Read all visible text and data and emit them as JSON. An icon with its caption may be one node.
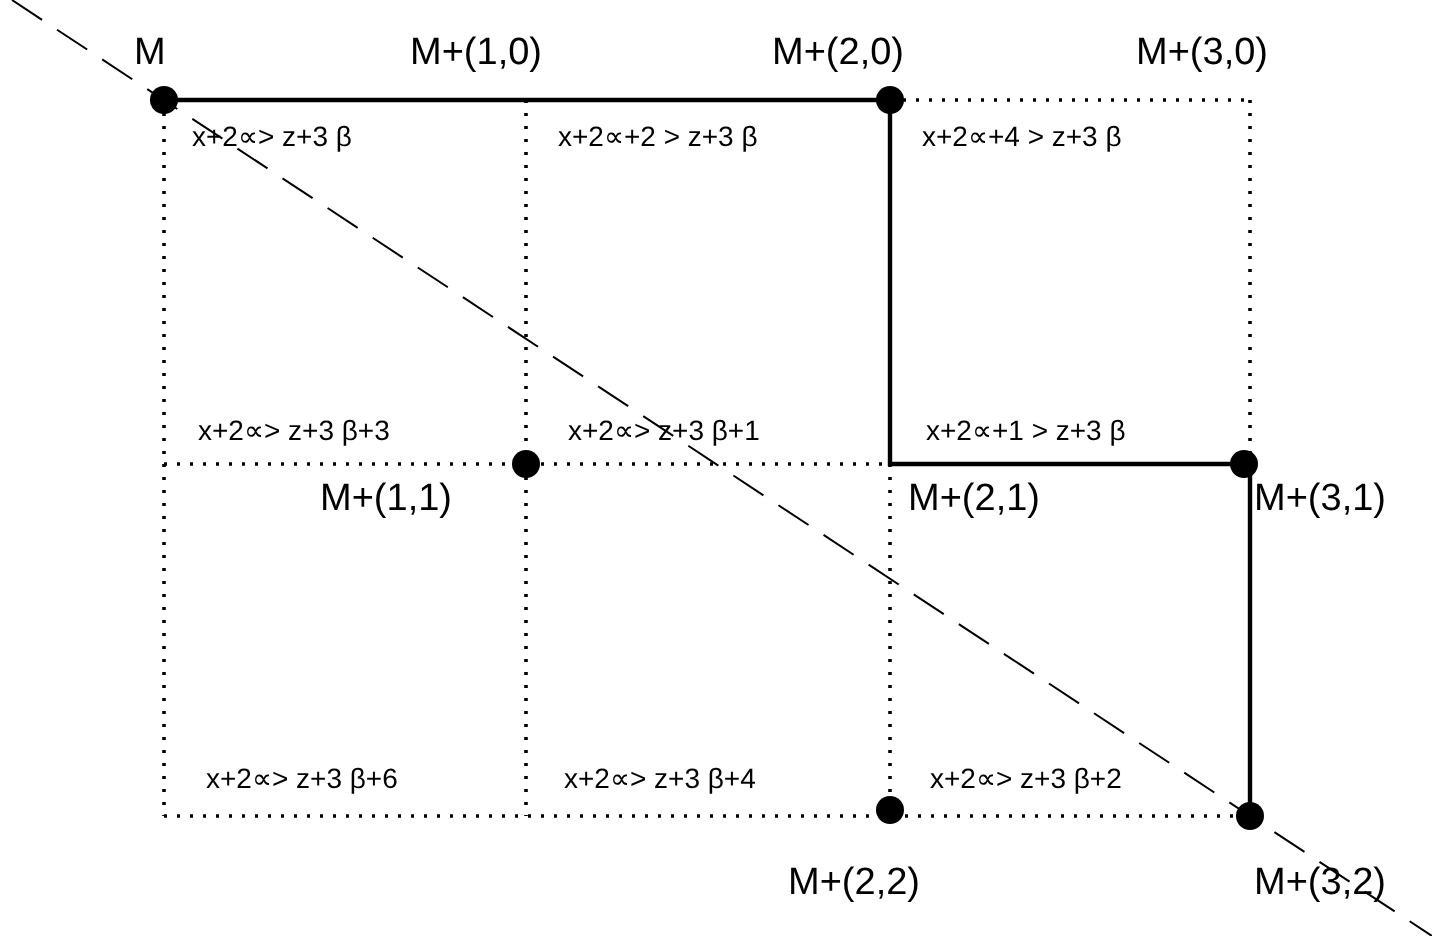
{
  "diagram": {
    "labels": [
      "M",
      "M+(1,0)",
      "M+(2,0)",
      "M+(3,0)",
      "x+2∝> z+3 β",
      "x+2∝+2 > z+3 β",
      "x+2∝+4 > z+3 β",
      "x+2∝> z+3 β+3",
      "x+2∝> z+3 β+1",
      "x+2∝+1 > z+3 β",
      "M+(1,1)",
      "M+(2,1)",
      "M+(3,1)",
      "x+2∝> z+3 β+6",
      "x+2∝> z+3 β+4",
      "x+2∝> z+3 β+2",
      "M+(2,2)",
      "M+(3,2)"
    ]
  }
}
